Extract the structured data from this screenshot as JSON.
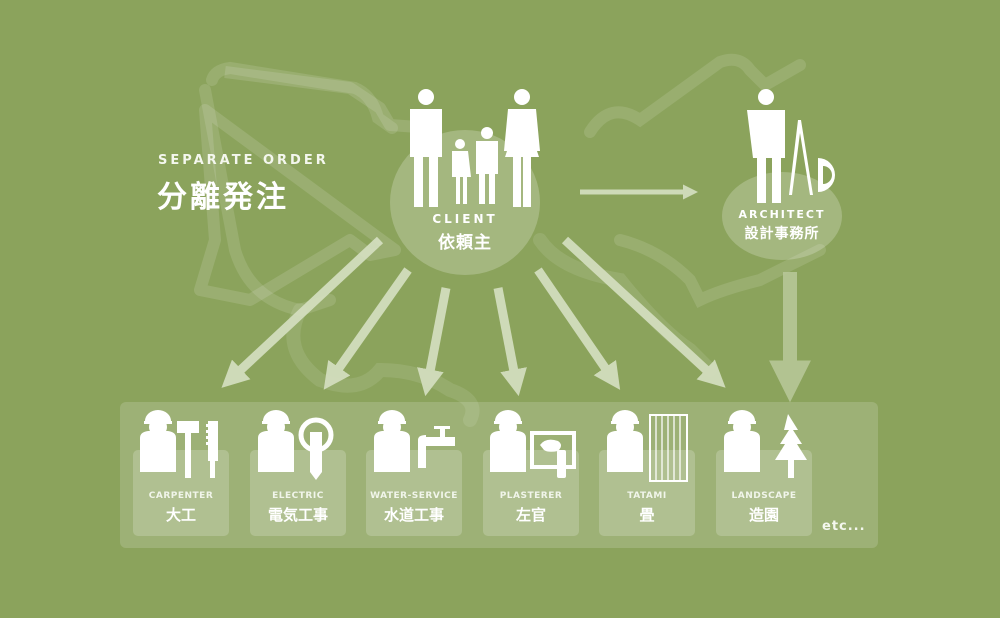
{
  "colors": {
    "background": "#8ba35c",
    "foreground": "#ffffff",
    "arrow": "#d6e0c2",
    "panel": "rgba(255,255,255,0.16)"
  },
  "title": {
    "en": "SEPARATE ORDER",
    "jp": "分離発注"
  },
  "client": {
    "en": "CLIENT",
    "jp": "依頼主",
    "icon": "family-icon"
  },
  "architect": {
    "en": "ARCHITECT",
    "jp": "設計事務所",
    "icon": "architect-with-compass-and-protractor-icon"
  },
  "flows": [
    {
      "from": "client",
      "to": "architect"
    },
    {
      "from": "client",
      "to": "carpenter"
    },
    {
      "from": "client",
      "to": "electric"
    },
    {
      "from": "client",
      "to": "water-service"
    },
    {
      "from": "client",
      "to": "plasterer"
    },
    {
      "from": "client",
      "to": "tatami"
    },
    {
      "from": "client",
      "to": "landscape"
    },
    {
      "from": "architect",
      "to": "trades"
    }
  ],
  "trades": [
    {
      "en": "CARPENTER",
      "jp": "大工",
      "icon": "hammer-saw-icon"
    },
    {
      "en": "ELECTRIC",
      "jp": "電気工事",
      "icon": "light-bulb-icon"
    },
    {
      "en": "WATER-SERVICE",
      "jp": "水道工事",
      "icon": "faucet-icon"
    },
    {
      "en": "PLASTERER",
      "jp": "左官",
      "icon": "trowel-wall-icon"
    },
    {
      "en": "TATAMI",
      "jp": "畳",
      "icon": "tatami-mat-icon"
    },
    {
      "en": "LANDSCAPE",
      "jp": "造園",
      "icon": "tree-icon"
    }
  ],
  "etc_label": "etc..."
}
